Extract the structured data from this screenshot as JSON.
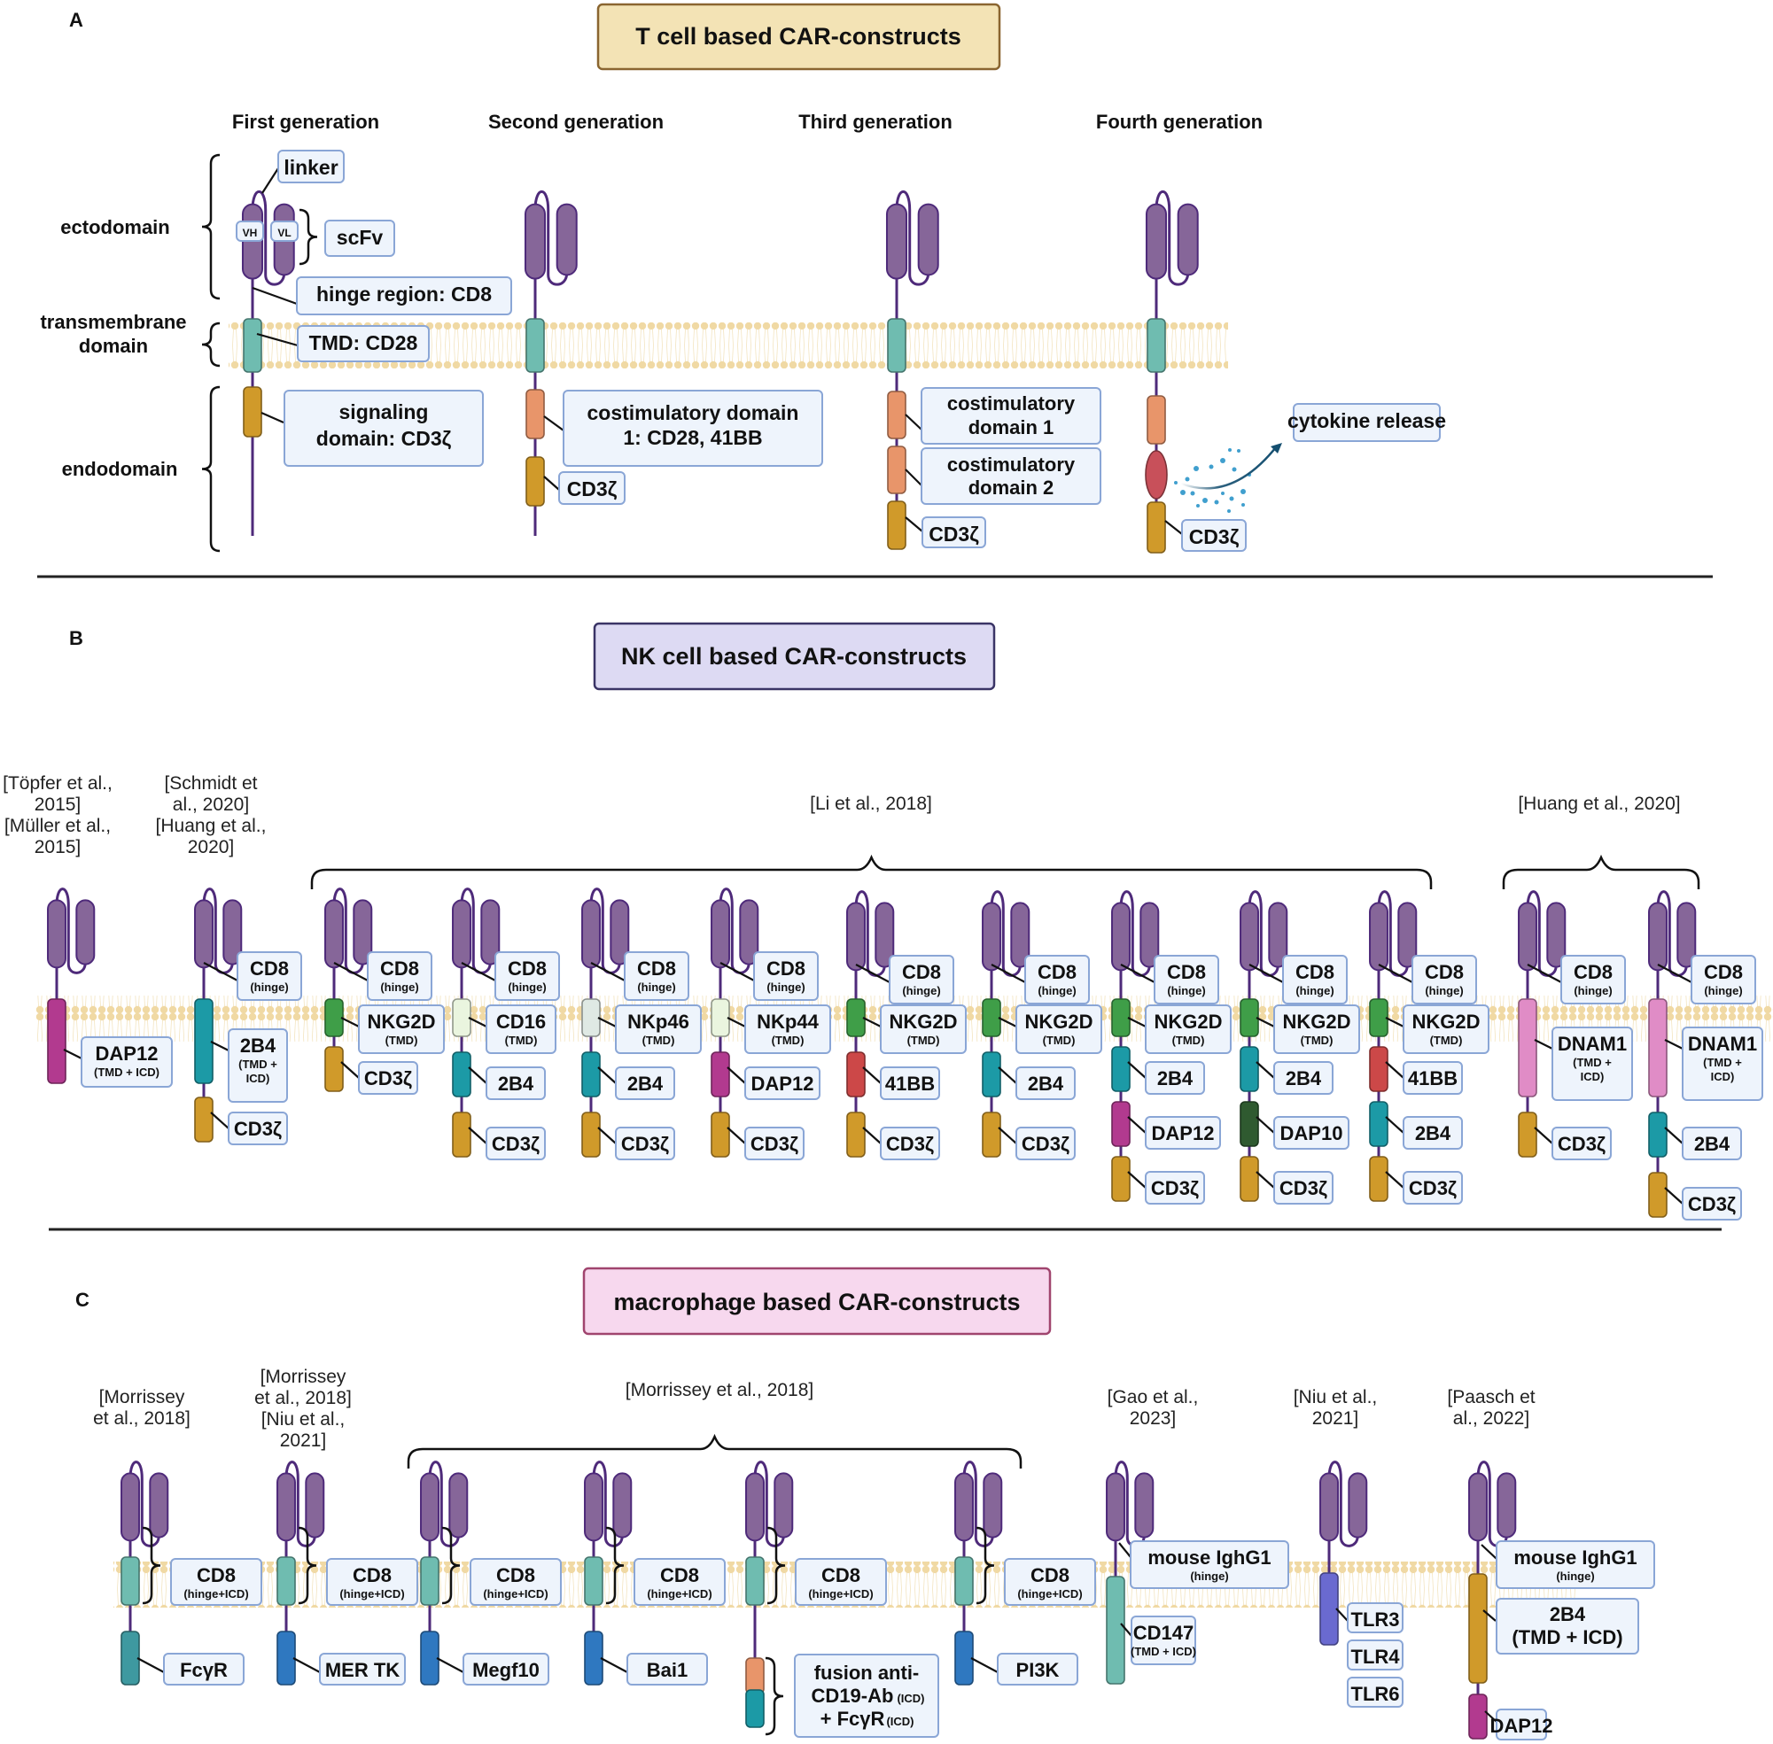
{
  "colors": {
    "label_fill": "#eef4fc",
    "label_stroke": "#8aa6d6",
    "stalk": "#4e2a7a",
    "scfv": "#866699",
    "membrane": "#f0d9a4",
    "CD28tm": "#6fbcb0",
    "CD3z": "#d09a2a",
    "costim": "#e8956a",
    "cytokine": "#c8505a",
    "NKG2D": "#3f9e48",
    "CD16": "#eaf5df",
    "NKp46": "#dfe9e4",
    "NKp44": "#eaf5df",
    "2B4": "#1c9aa6",
    "DAP12": "#b23a8f",
    "41BB": "#cc4848",
    "DAP10": "#2f5a30",
    "DNAM1": "#e08cc6",
    "FcgR": "#3e99a0",
    "blue": "#2f78c0",
    "TLR": "#6a6ad0",
    "dot": "#1f8ec6",
    "arrow": "#154f70"
  },
  "panelA": {
    "letter": "A",
    "title": "T cell based CAR-constructs",
    "title_fill": "#f3e3b5",
    "title_stroke": "#8a6530",
    "regions": [
      {
        "id": "ecto",
        "lines": [
          "ectodomain"
        ]
      },
      {
        "id": "tm",
        "lines": [
          "transmembrane",
          "domain"
        ]
      },
      {
        "id": "endo",
        "lines": [
          "endodomain"
        ]
      }
    ],
    "generations": [
      {
        "label": "First generation"
      },
      {
        "label": "Second generation"
      },
      {
        "label": "Third generation"
      },
      {
        "label": "Fourth generation"
      }
    ],
    "first_gen_labels": {
      "linker": "linker",
      "vh": "VH",
      "vl": "VL",
      "scfv": "scFv",
      "hinge": "hinge region: CD8",
      "tmd": "TMD: CD28",
      "signaling": [
        "signaling",
        "domain: CD3ζ"
      ]
    },
    "second_gen_labels": {
      "costim": [
        "costimulatory domain",
        "1: CD28, 41BB"
      ],
      "cd3z": "CD3ζ"
    },
    "third_gen_labels": {
      "costim1": [
        "costimulatory",
        "domain 1"
      ],
      "costim2": [
        "costimulatory",
        "domain 2"
      ],
      "cd3z": "CD3ζ"
    },
    "fourth_gen_labels": {
      "cytokine": "cytokine release",
      "cd3z": "CD3ζ"
    }
  },
  "panelB": {
    "letter": "B",
    "title": "NK cell based CAR-constructs",
    "title_fill": "#dddaf3",
    "title_stroke": "#3a3466",
    "references": [
      {
        "lines": [
          "[Töpfer et al.,",
          "2015]",
          "[Müller et al.,",
          "2015]"
        ]
      },
      {
        "lines": [
          "[Schmidt et",
          "al., 2020]",
          "[Huang et al.,",
          "2020]"
        ]
      },
      {
        "lines": [
          "[Li et al., 2018]"
        ]
      },
      {
        "lines": [
          "[Huang et al., 2020]"
        ]
      }
    ],
    "constructs": [
      {
        "hinge": null,
        "segments": [
          {
            "color": "DAP12",
            "kind": "tm_long",
            "label": "DAP12",
            "sub": "(TMD + ICD)"
          }
        ]
      },
      {
        "hinge": "CD8",
        "segments": [
          {
            "color": "2B4",
            "kind": "tm_long",
            "label": "2B4",
            "sub": "(TMD +|ICD)"
          },
          {
            "color": "CD3z",
            "label": "CD3ζ"
          }
        ]
      },
      {
        "hinge": "CD8",
        "segments": [
          {
            "color": "NKG2D",
            "kind": "tm",
            "label": "NKG2D",
            "sub": "(TMD)"
          },
          {
            "color": "CD3z",
            "label": "CD3ζ"
          }
        ]
      },
      {
        "hinge": "CD8",
        "segments": [
          {
            "color": "CD16",
            "kind": "tm",
            "label": "CD16",
            "sub": "(TMD)"
          },
          {
            "color": "2B4",
            "label": "2B4"
          },
          {
            "color": "CD3z",
            "label": "CD3ζ"
          }
        ]
      },
      {
        "hinge": "CD8",
        "segments": [
          {
            "color": "NKp46",
            "kind": "tm",
            "label": "NKp46",
            "sub": "(TMD)"
          },
          {
            "color": "2B4",
            "label": "2B4"
          },
          {
            "color": "CD3z",
            "label": "CD3ζ"
          }
        ]
      },
      {
        "hinge": "CD8",
        "segments": [
          {
            "color": "NKp44",
            "kind": "tm",
            "label": "NKp44",
            "sub": "(TMD)"
          },
          {
            "color": "DAP12",
            "label": "DAP12"
          },
          {
            "color": "CD3z",
            "label": "CD3ζ"
          }
        ]
      },
      {
        "hinge": "CD8",
        "segments": [
          {
            "color": "NKG2D",
            "kind": "tm",
            "label": "NKG2D",
            "sub": "(TMD)"
          },
          {
            "color": "41BB",
            "label": "41BB"
          },
          {
            "color": "CD3z",
            "label": "CD3ζ"
          }
        ]
      },
      {
        "hinge": "CD8",
        "segments": [
          {
            "color": "NKG2D",
            "kind": "tm",
            "label": "NKG2D",
            "sub": "(TMD)"
          },
          {
            "color": "2B4",
            "label": "2B4"
          },
          {
            "color": "CD3z",
            "label": "CD3ζ"
          }
        ]
      },
      {
        "hinge": "CD8",
        "segments": [
          {
            "color": "NKG2D",
            "kind": "tm",
            "label": "NKG2D",
            "sub": "(TMD)"
          },
          {
            "color": "2B4",
            "label": "2B4"
          },
          {
            "color": "DAP12",
            "label": "DAP12"
          },
          {
            "color": "CD3z",
            "label": "CD3ζ"
          }
        ]
      },
      {
        "hinge": "CD8",
        "segments": [
          {
            "color": "NKG2D",
            "kind": "tm",
            "label": "NKG2D",
            "sub": "(TMD)"
          },
          {
            "color": "2B4",
            "label": "2B4"
          },
          {
            "color": "DAP10",
            "label": "DAP10"
          },
          {
            "color": "CD3z",
            "label": "CD3ζ"
          }
        ]
      },
      {
        "hinge": "CD8",
        "segments": [
          {
            "color": "NKG2D",
            "kind": "tm",
            "label": "NKG2D",
            "sub": "(TMD)"
          },
          {
            "color": "41BB",
            "label": "41BB"
          },
          {
            "color": "2B4",
            "label": "2B4"
          },
          {
            "color": "CD3z",
            "label": "CD3ζ"
          }
        ]
      },
      {
        "hinge": "CD8",
        "segments": [
          {
            "color": "DNAM1",
            "kind": "tm_long",
            "label": "DNAM1",
            "sub": "(TMD +|ICD)"
          },
          {
            "color": "CD3z",
            "label": "CD3ζ"
          }
        ]
      },
      {
        "hinge": "CD8",
        "segments": [
          {
            "color": "DNAM1",
            "kind": "tm_long",
            "label": "DNAM1",
            "sub": "(TMD +|ICD)"
          },
          {
            "color": "2B4",
            "label": "2B4"
          },
          {
            "color": "CD3z",
            "label": "CD3ζ"
          }
        ]
      }
    ],
    "hinge_sub": "(hinge)"
  },
  "panelC": {
    "letter": "C",
    "title": "macrophage based CAR-constructs",
    "title_fill": "#f7d8ee",
    "title_stroke": "#a0446e",
    "references": [
      {
        "lines": [
          "[Morrissey",
          "et al., 2018]"
        ]
      },
      {
        "lines": [
          "[Morrissey",
          "et al., 2018]",
          "[Niu et al.,",
          "2021]"
        ]
      },
      {
        "lines": [
          "[Morrissey et al., 2018]"
        ]
      },
      {
        "lines": [
          "[Gao et al.,",
          "2023]"
        ]
      },
      {
        "lines": [
          "[Niu et al.,",
          "2021]"
        ]
      },
      {
        "lines": [
          "[Paasch et",
          "al., 2022]"
        ]
      }
    ],
    "cd8_label": "CD8",
    "cd8_sub": "(hinge+ICD)",
    "constructs": [
      {
        "type": "cd8",
        "icd": "FcγR",
        "icd_color": "FcgR"
      },
      {
        "type": "cd8",
        "icd": "MER TK",
        "icd_color": "blue"
      },
      {
        "type": "cd8",
        "icd": "Megf10",
        "icd_color": "blue"
      },
      {
        "type": "cd8",
        "icd": "Bai1",
        "icd_color": "blue"
      },
      {
        "type": "fusion",
        "lines": [
          "fusion  anti-",
          "CD19-Ab",
          "+ FcγR"
        ],
        "icd_tag": "(ICD)"
      },
      {
        "type": "cd8",
        "icd": "PI3K",
        "icd_color": "blue"
      },
      {
        "type": "igg_cd147",
        "hinge": "mouse IghG1",
        "hinge_sub": "(hinge)",
        "tm": "CD147",
        "tm_sub": "(TMD + ICD)"
      },
      {
        "type": "tlr",
        "labels": [
          "TLR3",
          "TLR4",
          "TLR6"
        ]
      },
      {
        "type": "igg_2b4",
        "hinge": "mouse IghG1",
        "hinge_sub": "(hinge)",
        "tm": "2B4",
        "tm_sub": "(TMD + ICD)",
        "icd": "DAP12"
      }
    ]
  }
}
